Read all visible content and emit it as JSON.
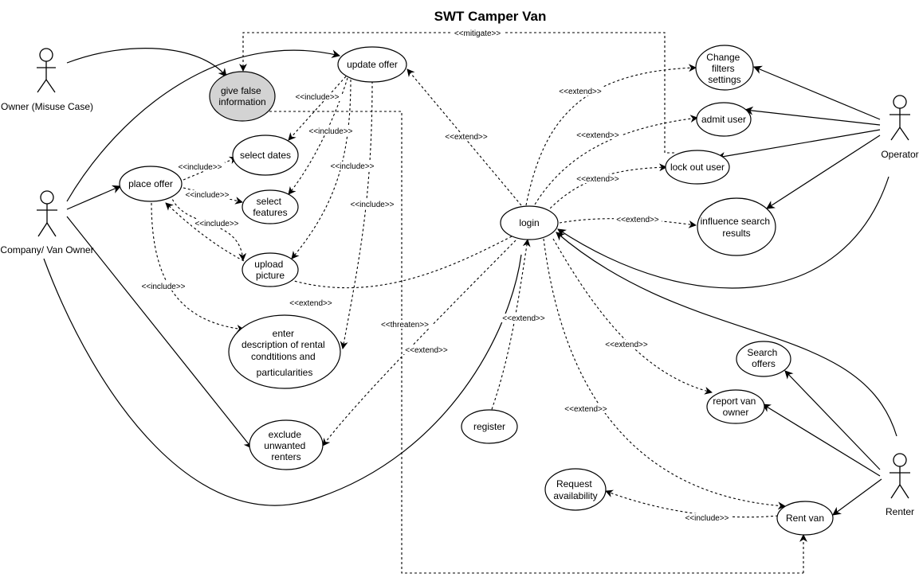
{
  "title": "SWT Camper Van",
  "actors": {
    "owner_misuse": "Owner (Misuse Case)",
    "company_owner": "Company/ Van Owner",
    "operator": "Operator",
    "renter": "Renter"
  },
  "use_cases": {
    "update_offer": [
      "update offer"
    ],
    "give_false_information": [
      "give false",
      "information"
    ],
    "select_dates": [
      "select dates"
    ],
    "place_offer": [
      "place offer"
    ],
    "select_features": [
      "select",
      "features"
    ],
    "upload_picture": [
      "upload",
      "picture"
    ],
    "enter_description": [
      "enter",
      "description of rental",
      "condtitions and",
      "particularities"
    ],
    "exclude_unwanted_renters": [
      "exclude",
      "unwanted",
      "renters"
    ],
    "login": [
      "login"
    ],
    "register": [
      "register"
    ],
    "change_filters_settings": [
      "Change",
      "filters",
      "settings"
    ],
    "admit_user": [
      "admit user"
    ],
    "lock_out_user": [
      "lock out user"
    ],
    "influence_search_results": [
      "influence search",
      "results"
    ],
    "search_offers": [
      "Search",
      "offers"
    ],
    "report_van_owner": [
      "report van",
      "owner"
    ],
    "request_availability": [
      "Request",
      "availability"
    ],
    "rent_van": [
      "Rent van"
    ]
  },
  "relations": {
    "mitigate": "<<mitigate>>",
    "include": "<<include>>",
    "extend": "<<extend>>",
    "threaten": "<<threaten>>"
  },
  "colors": {
    "misuse_fill": "#d3d3d3",
    "stroke": "#000000",
    "background": "#ffffff"
  }
}
